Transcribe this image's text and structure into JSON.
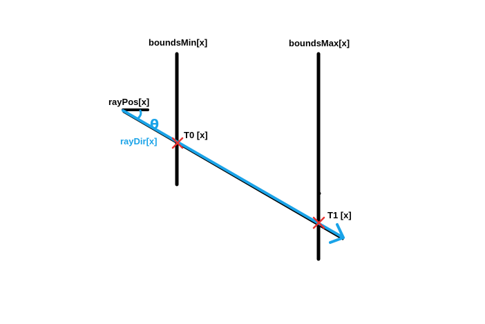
{
  "labels": {
    "bounds_min": "boundsMin[x]",
    "bounds_max": "boundsMax[x]",
    "ray_pos": "rayPos[x]",
    "ray_dir": "rayDir[x]",
    "theta": "θ",
    "t0": "T0 [x]",
    "t1": "T1 [x]"
  },
  "colors": {
    "ray": "#1aa3e8",
    "intersection_marker": "#e8322f",
    "bounds_line": "#000000",
    "text": "#000000"
  }
}
